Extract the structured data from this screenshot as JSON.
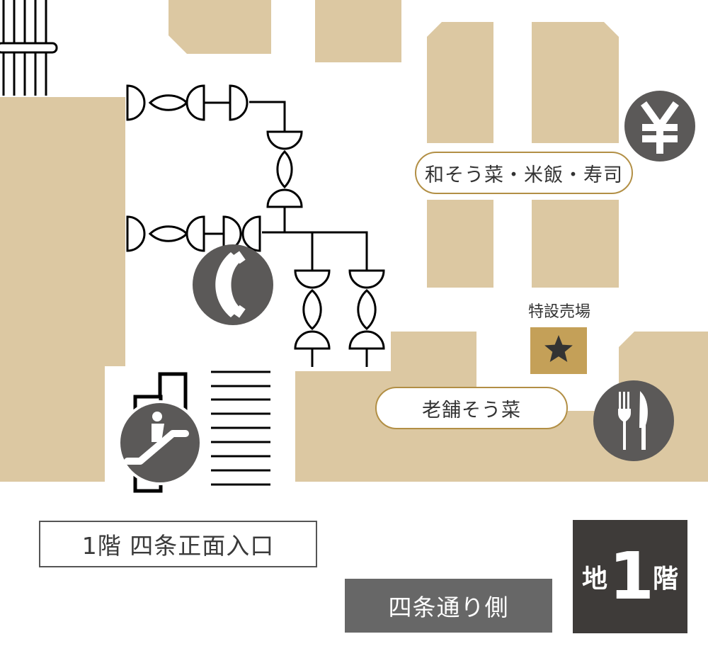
{
  "map": {
    "colors": {
      "store_fill": "#dcc8a2",
      "icon_circle": "#5b5958",
      "accent_gold": "#b28f45",
      "special_fill": "#c4a058",
      "line": "#000000"
    },
    "icons": [
      "yen-icon",
      "telephone-icon",
      "escalator-icon",
      "restaurant-icon",
      "star-icon"
    ]
  },
  "labels": {
    "japanese_deli": "和そう菜・米飯・寿司",
    "special_sales": "特設売場",
    "long_established_deli": "老舗そう菜",
    "entrance": "1階 四条正面入口",
    "street_side": "四条通り側"
  },
  "floor_badge": {
    "prefix": "地",
    "number": "1",
    "suffix": "階"
  }
}
